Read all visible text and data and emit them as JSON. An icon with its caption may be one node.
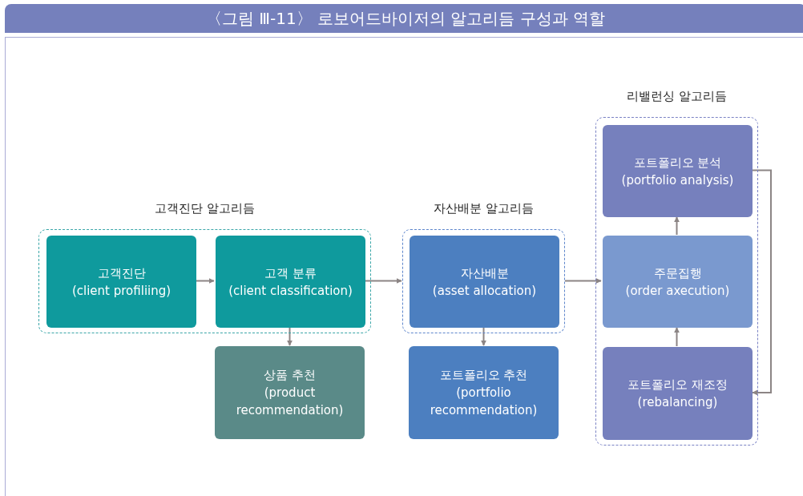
{
  "diagram": {
    "title": "〈그림 Ⅲ-11〉 로보어드바이저의 알고리듬 구성과 역할",
    "nodes": [
      {
        "text": [
          "고객진단 알고리듬"
        ]
      },
      {
        "text": [
          "고객진단",
          "(client profiliing)"
        ],
        "in": 0
      },
      {
        "text": [
          "고객 분류",
          "(client classification)"
        ],
        "in": 0
      },
      {
        "text": [
          "상품 추천",
          "(product recommendation)"
        ]
      },
      {
        "text": [
          "자산배분 알고리듬"
        ]
      },
      {
        "text": [
          "자산배분",
          "(asset allocation)"
        ],
        "in": 4
      },
      {
        "text": [
          "포트폴리오 추천",
          "(portfolio recommendation)"
        ]
      },
      {
        "text": [
          "리밸런싱 알고리듬"
        ]
      },
      {
        "text": [
          "포트폴리오 분석",
          "(portfolio analysis)"
        ],
        "in": 7
      },
      {
        "text": [
          "주문집행",
          "(order axecution)"
        ],
        "in": 7
      },
      {
        "text": [
          "포트폴리오 재조정",
          "(rebalancing)"
        ],
        "in": 7
      }
    ],
    "edges": [
      {
        "from": 1,
        "to": 2,
        "arrow": "to"
      },
      {
        "from": 2,
        "to": 4,
        "arrow": "to"
      },
      {
        "from": 2,
        "to": 3,
        "arrow": "to"
      },
      {
        "from": 5,
        "to": 6,
        "arrow": "to"
      },
      {
        "from": 4,
        "to": 9,
        "arrow": "to"
      },
      {
        "from": 9,
        "to": 8,
        "arrow": "to"
      },
      {
        "from": 10,
        "to": 9,
        "arrow": "to"
      },
      {
        "from": 8,
        "to": 10,
        "arrow": "to"
      }
    ]
  }
}
